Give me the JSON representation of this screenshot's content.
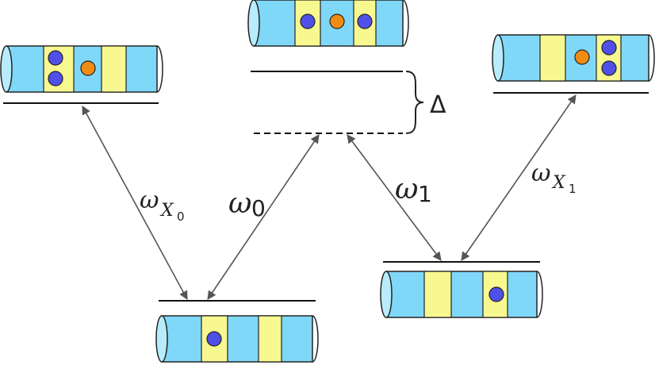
{
  "diagram": {
    "labels": {
      "delta": "Δ",
      "omega_x0": {
        "base": "ω",
        "sub": "X",
        "subsub": "0"
      },
      "omega_0": {
        "base": "ω",
        "sub": "0"
      },
      "omega_1": {
        "base": "ω",
        "sub": "1"
      },
      "omega_x1": {
        "base": "ω",
        "sub": "X",
        "subsub": "1"
      }
    },
    "colors": {
      "tube_blue": "#80D8F8",
      "tube_end": "#B8ECFC",
      "yellow_band": "#F8F890",
      "blue_dot": "#5050E8",
      "orange_dot": "#F08C14",
      "line": "#111111",
      "arrow": "#555555"
    },
    "icons": [
      "nanotube-cylinder-icon",
      "electron-dot-icon",
      "hole-dot-icon"
    ]
  }
}
